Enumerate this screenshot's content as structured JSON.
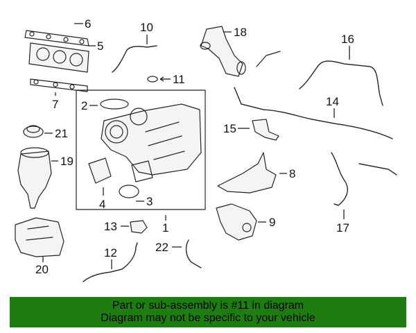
{
  "callouts": [
    {
      "id": "c6",
      "label": "6"
    },
    {
      "id": "c5",
      "label": "5"
    },
    {
      "id": "c7",
      "label": "7"
    },
    {
      "id": "c10",
      "label": "10"
    },
    {
      "id": "c11",
      "label": "11"
    },
    {
      "id": "c18",
      "label": "18"
    },
    {
      "id": "c16",
      "label": "16"
    },
    {
      "id": "c2",
      "label": "2"
    },
    {
      "id": "c14",
      "label": "14"
    },
    {
      "id": "c15",
      "label": "15"
    },
    {
      "id": "c21",
      "label": "21"
    },
    {
      "id": "c19",
      "label": "19"
    },
    {
      "id": "c8",
      "label": "8"
    },
    {
      "id": "c4",
      "label": "4"
    },
    {
      "id": "c3",
      "label": "3"
    },
    {
      "id": "c9",
      "label": "9"
    },
    {
      "id": "c13",
      "label": "13"
    },
    {
      "id": "c1",
      "label": "1"
    },
    {
      "id": "c17",
      "label": "17"
    },
    {
      "id": "c12",
      "label": "12"
    },
    {
      "id": "c22",
      "label": "22"
    },
    {
      "id": "c20",
      "label": "20"
    }
  ],
  "banner": {
    "line1": "Part or sub-assembly is #11 in diagram",
    "line2": "Diagram may not be specific to your vehicle",
    "color": "#1e7d10"
  },
  "highlighted_part": "11"
}
